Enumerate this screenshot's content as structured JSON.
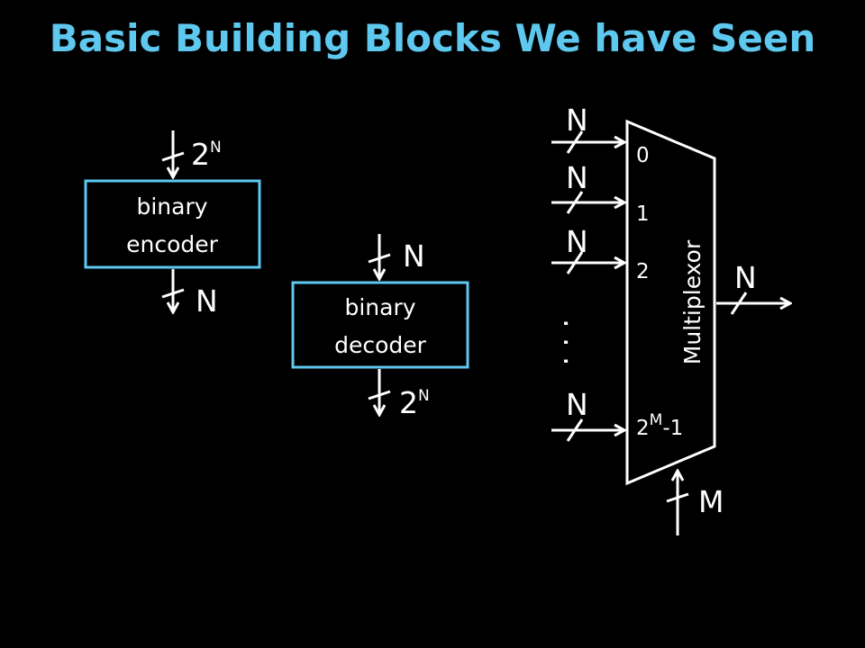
{
  "slide": {
    "title": "Basic Building Blocks We have Seen"
  },
  "encoder": {
    "label_line1": "binary",
    "label_line2": "encoder",
    "input_width_base": "2",
    "input_width_exp": "N",
    "output_width": "N"
  },
  "decoder": {
    "label_line1": "binary",
    "label_line2": "decoder",
    "input_width": "N",
    "output_width_base": "2",
    "output_width_exp": "N"
  },
  "multiplexor": {
    "label": "Multiplexor",
    "inputs": [
      {
        "width": "N",
        "index": "0"
      },
      {
        "width": "N",
        "index": "1"
      },
      {
        "width": "N",
        "index": "2"
      }
    ],
    "ellipsis": ". . .",
    "last_input": {
      "width": "N",
      "index_base": "2",
      "index_exp": "M",
      "index_suffix": "-1"
    },
    "output_width": "N",
    "select_width": "M"
  },
  "colors": {
    "title": "#5ec8ef",
    "box_outline": "#5ec8ef",
    "text": "#ffffff",
    "background": "#000000"
  }
}
